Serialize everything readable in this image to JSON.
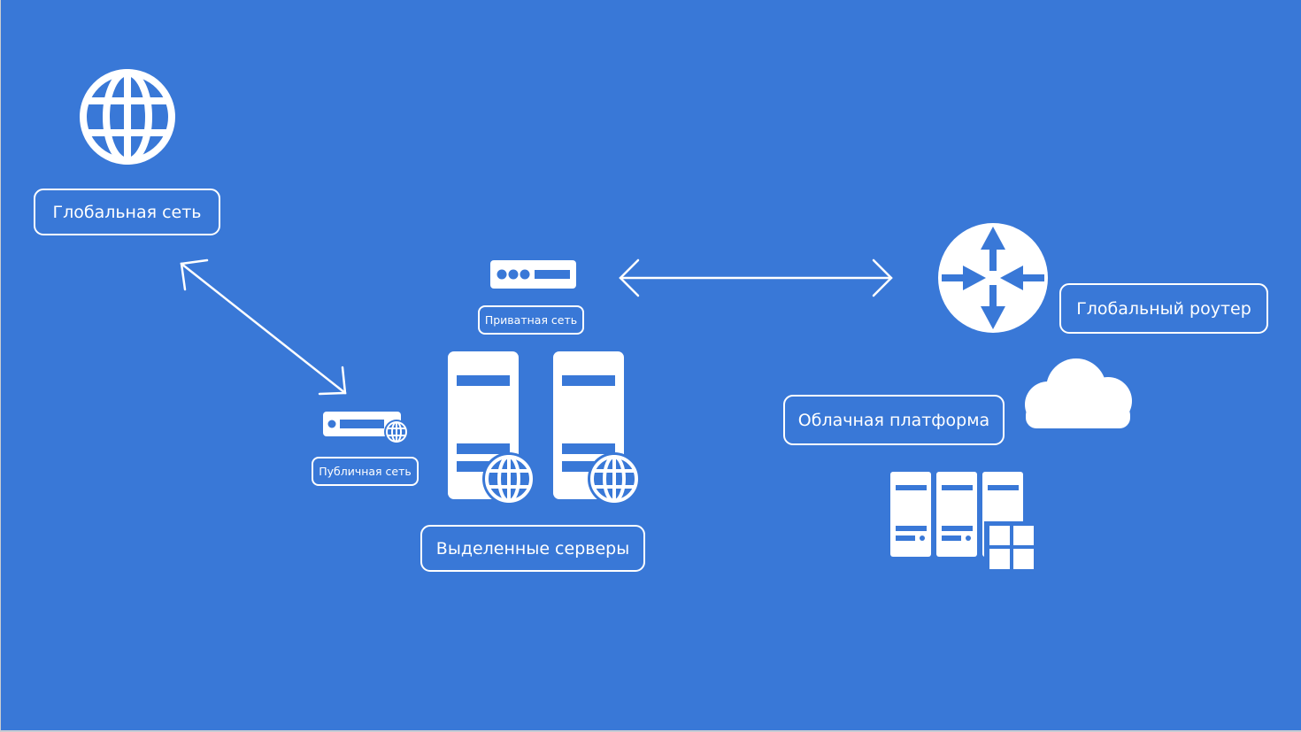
{
  "labels": {
    "global_network": "Глобальная сеть",
    "private_network": "Приватная сеть",
    "public_network": "Публичная сеть",
    "dedicated_servers": "Выделенные серверы",
    "global_router": "Глобальный роутер",
    "cloud_platform": "Облачная платформа"
  },
  "colors": {
    "background": "#3978d7",
    "foreground": "#ffffff"
  }
}
